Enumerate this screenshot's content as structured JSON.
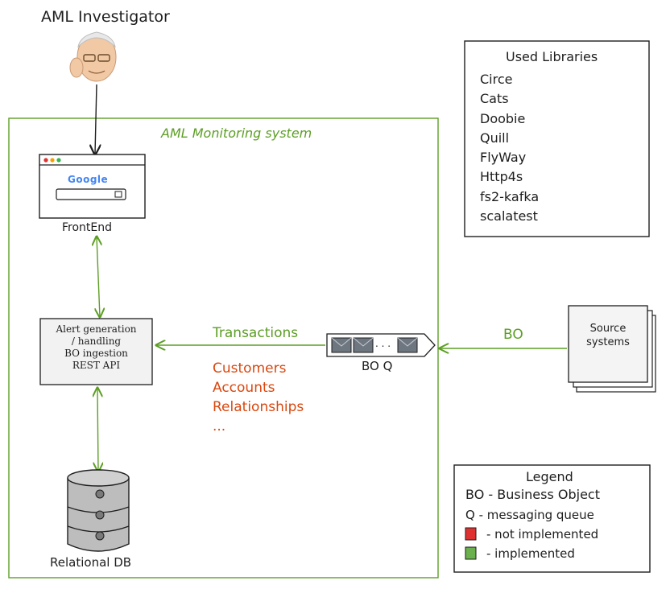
{
  "actor": {
    "label": "AML Investigator"
  },
  "system": {
    "label": "AML Monitoring system"
  },
  "frontend": {
    "label": "FrontEnd",
    "search_logo": "Google"
  },
  "core": {
    "lines": [
      "Alert generation",
      "/ handling",
      "BO ingestion",
      "REST API"
    ]
  },
  "queue": {
    "label": "BO Q",
    "dots": ". . ."
  },
  "source": {
    "lines": [
      "Source",
      "systems"
    ]
  },
  "db": {
    "label": "Relational DB"
  },
  "flows": {
    "transactions": "Transactions",
    "bo": "BO",
    "planned": [
      "Customers",
      "Accounts",
      "Relationships",
      "..."
    ]
  },
  "libraries": {
    "title": "Used Libraries",
    "items": [
      "Circe",
      "Cats",
      "Doobie",
      "Quill",
      "FlyWay",
      "Http4s",
      "fs2-kafka",
      "scalatest"
    ]
  },
  "legend": {
    "title": "Legend",
    "entries": [
      "BO - Business Object",
      "Q - messaging queue"
    ],
    "swatches": [
      {
        "label": "- not implemented",
        "color": "#e03131"
      },
      {
        "label": "- implemented",
        "color": "#6ab04c"
      }
    ]
  },
  "colors": {
    "green": "#5c9e24",
    "orange": "#d9480f",
    "ink": "#1e1e1e"
  }
}
